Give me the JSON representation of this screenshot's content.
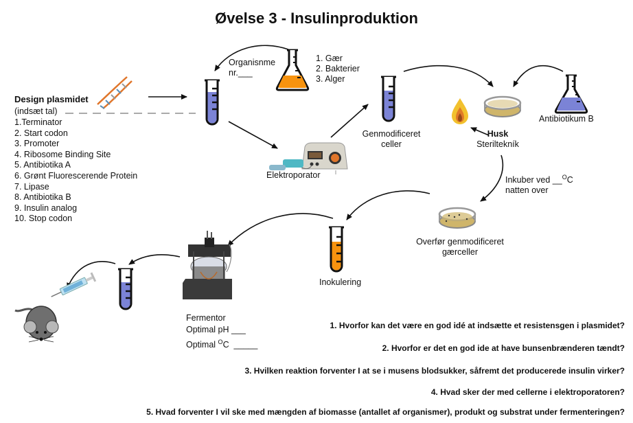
{
  "title": "Øvelse 3 - Insulinproduktion",
  "plasmid": {
    "heading": "Design plasmidet",
    "subheading": "(indsæt tal)",
    "items": [
      "1.Terminator",
      "2. Start codon",
      "3. Promoter",
      "4. Ribosome Binding Site",
      "5. Antibiotika A",
      "6. Grønt Fluorescerende Protein",
      "7. Lipase",
      "8. Antibiotika B",
      "9. Insulin analog",
      "10. Stop codon"
    ]
  },
  "organism": {
    "label_line1": "Organisnme",
    "label_line2": "nr.___",
    "options": [
      "1. Gær",
      "2. Bakterier",
      "3. Alger"
    ]
  },
  "electroporator": {
    "label": "Elektroporator"
  },
  "gm_cells": {
    "line1": "Genmodificeret",
    "line2": "celler"
  },
  "antibiotic": {
    "label": "Antibiotikum B"
  },
  "sterile": {
    "line1": "Husk",
    "line2": "Steriltekník"
  },
  "incubate": {
    "line1_pre": "Inkuber ved __",
    "line1_sup": "O",
    "line1_post": "C",
    "line2": "natten over"
  },
  "transfer": {
    "line1": "Overfør genmodificeret",
    "line2": "gærceller"
  },
  "inoculation": {
    "label": "Inokulering"
  },
  "fermentor": {
    "label": "Fermentor",
    "ph": "Optimal pH ___",
    "temp_pre": "Optimal ",
    "temp_sup": "O",
    "temp_post": "C  _____"
  },
  "questions": [
    "1. Hvorfor kan det være en god idé at indsætte et resistensgen i plasmidet?",
    "2. Hvorfor er det en god ide at have bunsenbrænderen tændt?",
    "3. Hvilken reaktion forventer I at se i musens blodsukker, såfremt det producerede insulin virker?",
    "4. Hvad sker der med cellerne i elektroporatoren?",
    "5. Hvad forventer I vil ske med mængden af biomasse (antallet af organismer), produkt og substrat under fermenteringen?"
  ],
  "colors": {
    "blue_liquid": "#7b83d6",
    "orange_liquid": "#f7930f",
    "agar": "#cfb56a",
    "flame_outer": "#f2c12e",
    "flame_inner": "#e07a28"
  }
}
